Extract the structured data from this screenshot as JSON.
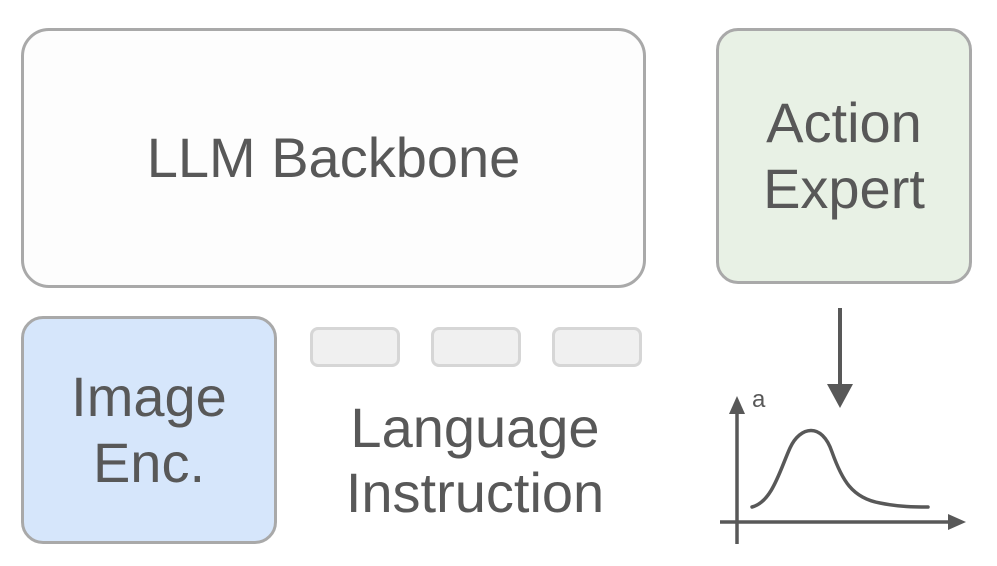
{
  "diagram": {
    "llm_backbone": {
      "label": "LLM Backbone"
    },
    "action_expert": {
      "lines": [
        "Action",
        "Expert"
      ]
    },
    "image_encoder": {
      "lines": [
        "Image",
        "Enc."
      ]
    },
    "language_instruction": {
      "lines": [
        "Language",
        "Instruction"
      ],
      "token_count": 3
    },
    "action_plot": {
      "axis_label": "a"
    },
    "colors": {
      "llm_fill": "#fdfdfd",
      "action_fill": "#e8f1e5",
      "image_fill": "#d6e6fb",
      "border": "#a9a9a9",
      "text": "#585858",
      "token_fill": "#f0f0f0"
    }
  }
}
